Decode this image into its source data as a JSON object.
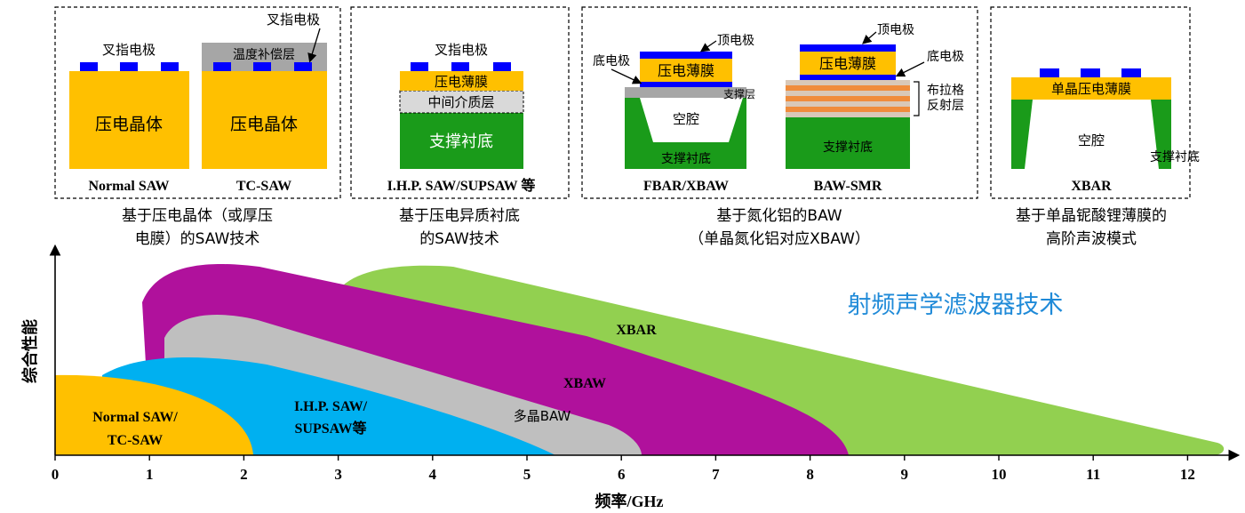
{
  "panels": [
    {
      "id": "saw",
      "items": [
        {
          "caption": "Normal SAW",
          "electrode_label": "叉指电极",
          "substrate_label": "压电晶体"
        },
        {
          "caption": "TC-SAW",
          "electrode_label": "叉指电极",
          "layer_label": "温度补偿层",
          "substrate_label": "压电晶体"
        }
      ],
      "subtitle_lines": [
        "基于压电晶体（或厚压",
        "电膜）的SAW技术"
      ]
    },
    {
      "id": "ihp",
      "items": [
        {
          "caption": "I.H.P. SAW/SUPSAW 等",
          "electrode_label": "叉指电极",
          "film_label": "压电薄膜",
          "mid_label": "中间介质层",
          "substrate_label": "支撑衬底"
        }
      ],
      "subtitle_lines": [
        "基于压电异质衬底",
        "的SAW技术"
      ]
    },
    {
      "id": "baw",
      "items": [
        {
          "caption": "FBAR/XBAW",
          "top_label": "顶电极",
          "bottom_label": "底电极",
          "film_label": "压电薄膜",
          "support_layer_label": "支撑层",
          "cavity_label": "空腔",
          "substrate_label": "支撑衬底"
        },
        {
          "caption": "BAW-SMR",
          "top_label": "顶电极",
          "bottom_label": "底电极",
          "film_label": "压电薄膜",
          "reflector_label_1": "布拉格",
          "reflector_label_2": "反射层",
          "substrate_label": "支撑衬底"
        }
      ],
      "subtitle_lines": [
        "基于氮化铝的BAW",
        "（单晶氮化铝对应XBAW）"
      ]
    },
    {
      "id": "xbar",
      "items": [
        {
          "caption": "XBAR",
          "film_label": "单晶压电薄膜",
          "cavity_label": "空腔",
          "substrate_label": "支撑衬底"
        }
      ],
      "subtitle_lines": [
        "基于单晶铌酸锂薄膜的",
        "高阶声波模式"
      ]
    }
  ],
  "chart": {
    "title": "射频声学滤波器技术",
    "xlabel": "频率/GHz",
    "ylabel": "综合性能",
    "xticks": [
      "0",
      "1",
      "2",
      "3",
      "4",
      "5",
      "6",
      "7",
      "8",
      "9",
      "10",
      "11",
      "12"
    ],
    "regions": [
      {
        "name": "XBAR",
        "color": "#92d050",
        "x_start": 3.1,
        "x_end": 12.35,
        "peak_x": 4.0,
        "peak_level": 1.0
      },
      {
        "name": "XBAW",
        "color": "#b0119c",
        "x_start": 1.0,
        "x_end": 8.4,
        "peak_x": 1.8,
        "peak_level": 1.0
      },
      {
        "name": "多晶BAW",
        "color": "#bfbfbf",
        "x_start": 1.15,
        "x_end": 6.2,
        "peak_x": 1.7,
        "peak_level": 0.76
      },
      {
        "name": "I.H.P. SAW/\nSUPSAW等",
        "color": "#00b0f0",
        "x_start": 0.5,
        "x_end": 5.3,
        "peak_x": 1.6,
        "peak_level": 0.54
      },
      {
        "name": "Normal SAW/\nTC-SAW",
        "color": "#ffc000",
        "x_start": 0.0,
        "x_end": 2.07,
        "peak_x": 0.0,
        "peak_level": 0.45
      }
    ]
  },
  "colors": {
    "piezo": "#ffc000",
    "electrode": "#0000ff",
    "substrate": "#1a9b1a",
    "comp_layer": "#a6a6a6",
    "mid_layer": "#d9d9d9",
    "bragg_orange": "#f08c3c",
    "bragg_light": "#d9c8b8",
    "title_blue": "#1f8ad8"
  }
}
